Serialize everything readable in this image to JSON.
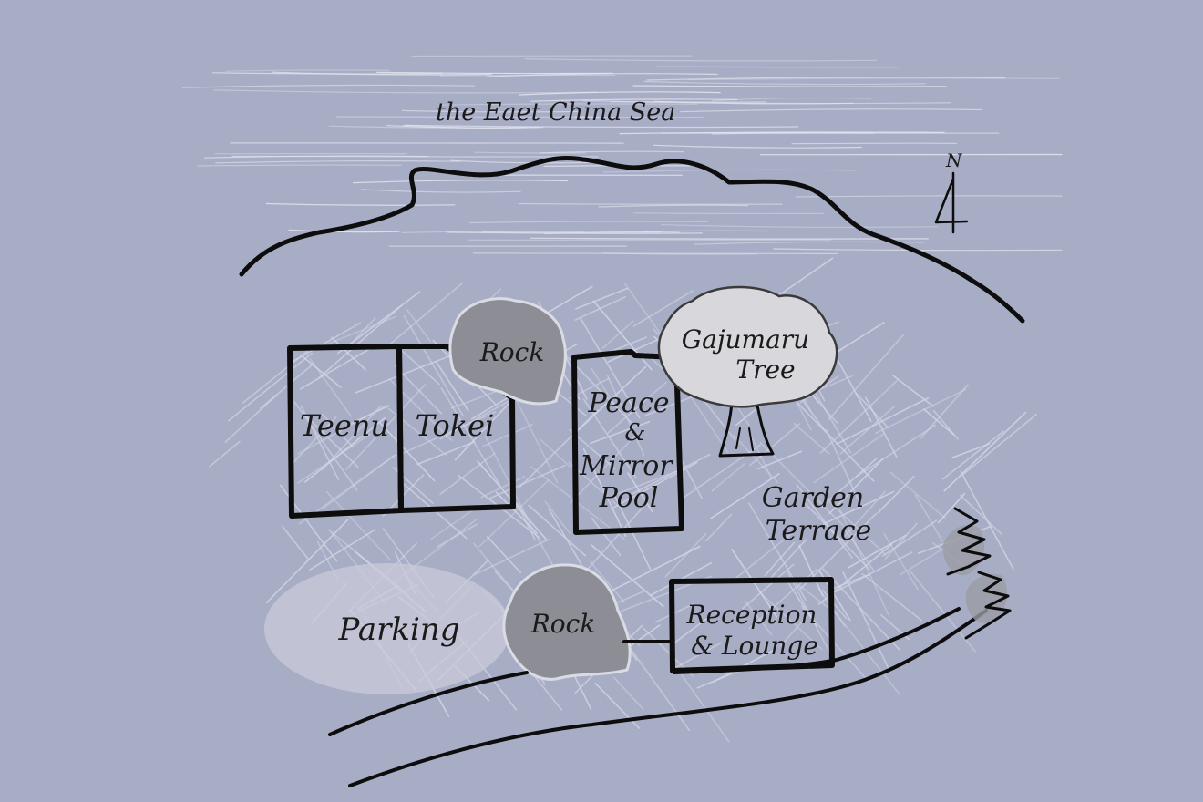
{
  "map": {
    "sea_label": "the Eaet China Sea",
    "north_marker": "N",
    "buildings": [
      {
        "id": "teenu",
        "lines": [
          "Teenu"
        ]
      },
      {
        "id": "tokei",
        "lines": [
          "Tokei"
        ]
      },
      {
        "id": "peace",
        "lines": [
          "Peace",
          "&",
          "Mirror",
          "Pool"
        ]
      },
      {
        "id": "reception",
        "lines": [
          "Reception",
          "& Lounge"
        ]
      }
    ],
    "rocks": [
      {
        "id": "rock-north",
        "label": "Rock"
      },
      {
        "id": "rock-south",
        "label": "Rock"
      }
    ],
    "tree": {
      "lines": [
        "Gajumaru",
        "Tree"
      ]
    },
    "garden": {
      "lines": [
        "Garden",
        "Terrace"
      ]
    },
    "parking": {
      "label": "Parking"
    },
    "colors": {
      "background": "#a8adc6",
      "ink": "#0d0d0d",
      "building_fill": "#ffffff",
      "rock_fill": "#8d8d95",
      "tree_fill": "#d7d7dc",
      "hatch": "#d2d5e4"
    }
  }
}
